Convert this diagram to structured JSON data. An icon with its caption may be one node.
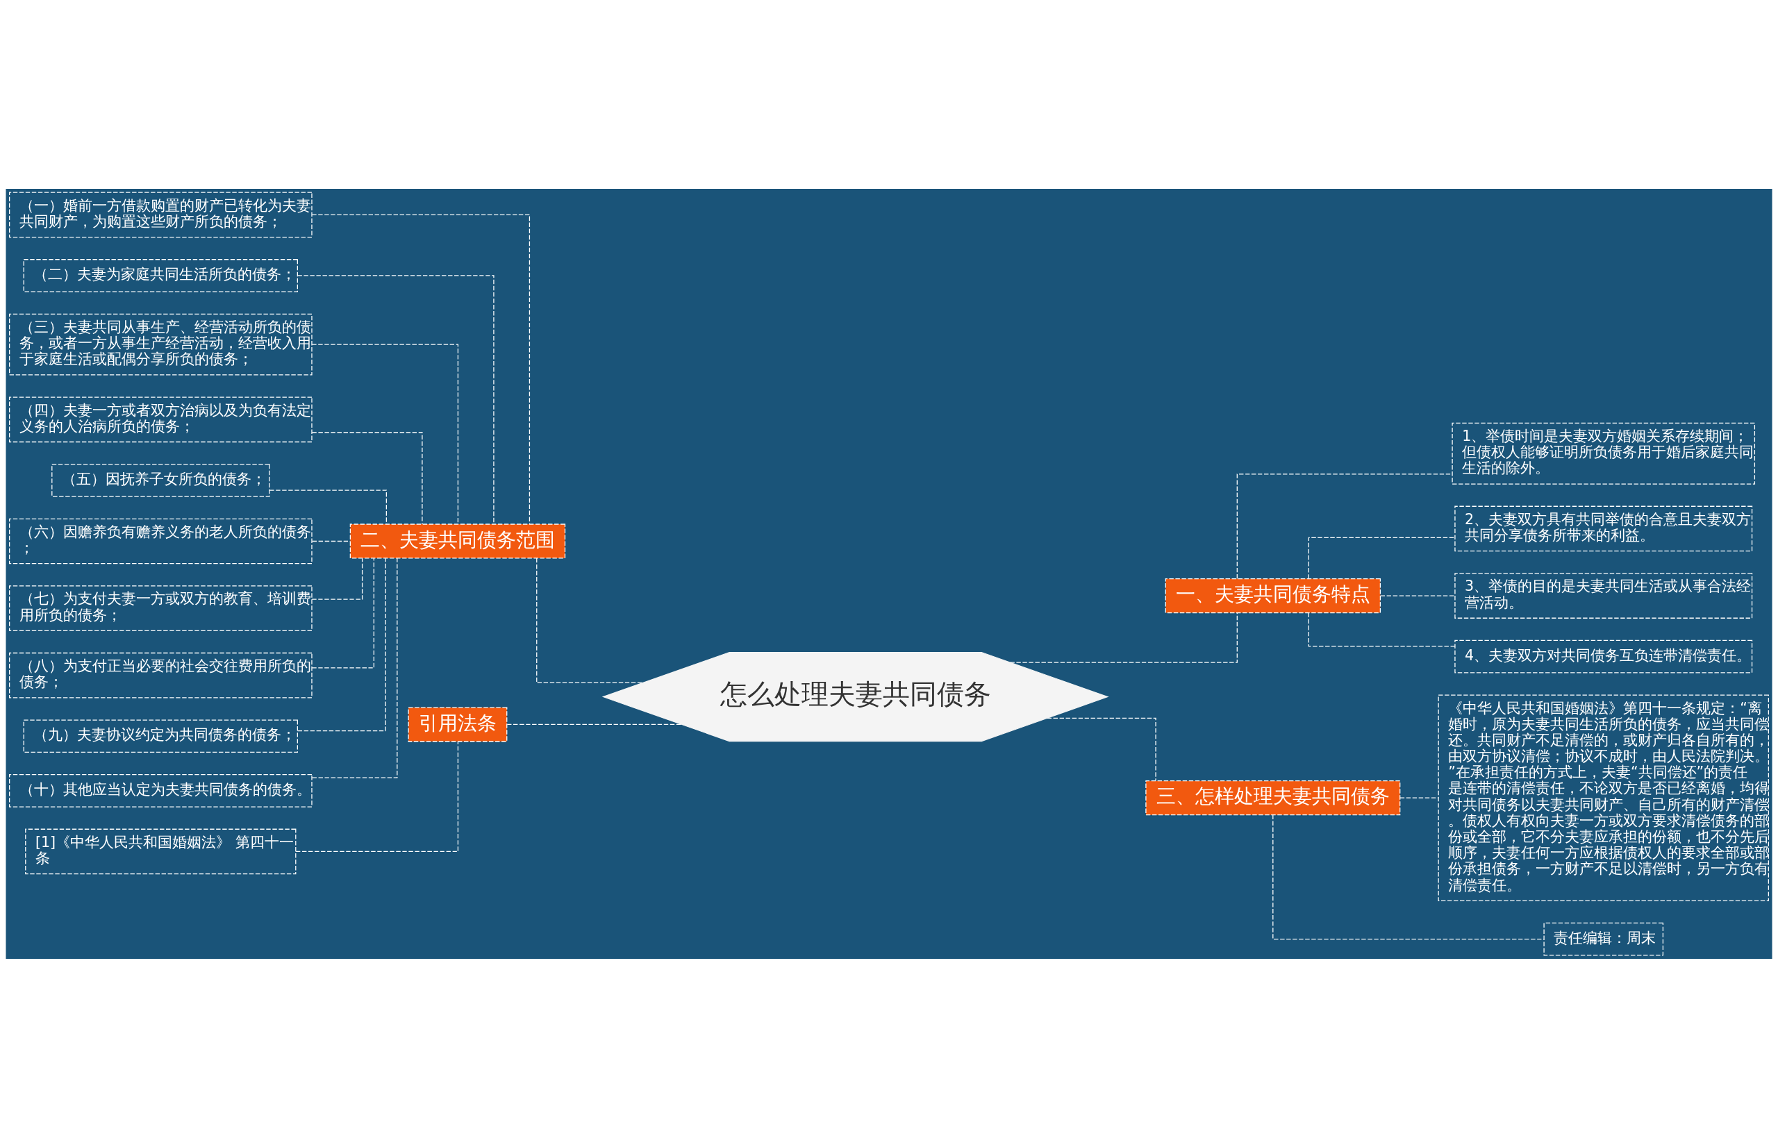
{
  "diagram": {
    "nodes": [
      {
        "text": [
          "怎么处理夫妻共同债务"
        ]
      },
      {
        "text": [
          "一、夫妻共同债务特点"
        ]
      },
      {
        "text": [
          "1、举债时间是夫妻双方婚姻关系存续期间；但债权人能够证明所负债务用于婚后家庭共同生活的除外。"
        ]
      },
      {
        "text": [
          "2、夫妻双方具有共同举债的合意且夫妻双方共同分享债务所带来的利益。"
        ]
      },
      {
        "text": [
          "3、举债的目的是夫妻共同生活或从事合法经营活动。"
        ]
      },
      {
        "text": [
          "4、夫妻双方对共同债务互负连带清偿责任。"
        ]
      },
      {
        "text": [
          "二、夫妻共同债务范围"
        ]
      },
      {
        "text": [
          "（一）婚前一方借款购置的财产已转化为夫妻共同财产，为购置这些财产所负的债务；"
        ]
      },
      {
        "text": [
          "（二）夫妻为家庭共同生活所负的债务；"
        ]
      },
      {
        "text": [
          "（三）夫妻共同从事生产、经营活动所负的债务，或者一方从事生产经营活动，经营收入用于家庭生活或配偶分享所负的债务；"
        ]
      },
      {
        "text": [
          "（四）夫妻一方或者双方治病以及为负有法定义务的人治病所负的债务；"
        ]
      },
      {
        "text": [
          "（五）因抚养子女所负的债务；"
        ]
      },
      {
        "text": [
          "（六）因赡养负有赡养义务的老人所负的债务；"
        ]
      },
      {
        "text": [
          "（七）为支付夫妻一方或双方的教育、培训费用所负的债务；"
        ]
      },
      {
        "text": [
          "（八）为支付正当必要的社会交往费用所负的债务；"
        ]
      },
      {
        "text": [
          "（九）夫妻协议约定为共同债务的债务；"
        ]
      },
      {
        "text": [
          "（十）其他应当认定为夫妻共同债务的债务。"
        ]
      },
      {
        "text": [
          "三、怎样处理夫妻共同债务"
        ]
      },
      {
        "text": [
          "《中华人民共和国婚姻法》第四十一条规定：“离婚时，原为夫妻共同生活所负的债务，应当共同偿还。共同财产不足清偿的，或财产归各自所有的，由双方协议清偿；协议不成时，由人民法院判决。”在承担责任的方式上，夫妻“共同偿还”的责任是连带的清偿责任，不论双方是否已经离婚，均得对共同债务以夫妻共同财产、自己所有的财产清偿。债权人有权向夫妻一方或双方要求清偿债务的部份或全部，它不分夫妻应承担的份额，也不分先后顺序，夫妻任何一方应根据债权人的要求全部或部份承担债务，一方财产不足以清偿时，另一方负有清偿责任。"
        ]
      },
      {
        "text": [
          "责任编辑：周末"
        ]
      },
      {
        "text": [
          "引用法条"
        ]
      },
      {
        "text": [
          "[1]《中华人民共和国婚姻法》 第四十一条"
        ]
      }
    ],
    "edges": [
      {
        "from": 0,
        "to": 1,
        "arrow": "none",
        "style": "dashed"
      },
      {
        "from": 1,
        "to": 2,
        "arrow": "none",
        "style": "dashed"
      },
      {
        "from": 1,
        "to": 3,
        "arrow": "none",
        "style": "dashed"
      },
      {
        "from": 1,
        "to": 4,
        "arrow": "none",
        "style": "dashed"
      },
      {
        "from": 1,
        "to": 5,
        "arrow": "none",
        "style": "dashed"
      },
      {
        "from": 0,
        "to": 6,
        "arrow": "none",
        "style": "dashed"
      },
      {
        "from": 6,
        "to": 7,
        "arrow": "none",
        "style": "dashed"
      },
      {
        "from": 6,
        "to": 8,
        "arrow": "none",
        "style": "dashed"
      },
      {
        "from": 6,
        "to": 9,
        "arrow": "none",
        "style": "dashed"
      },
      {
        "from": 6,
        "to": 10,
        "arrow": "none",
        "style": "dashed"
      },
      {
        "from": 6,
        "to": 11,
        "arrow": "none",
        "style": "dashed"
      },
      {
        "from": 6,
        "to": 12,
        "arrow": "none",
        "style": "dashed"
      },
      {
        "from": 6,
        "to": 13,
        "arrow": "none",
        "style": "dashed"
      },
      {
        "from": 6,
        "to": 14,
        "arrow": "none",
        "style": "dashed"
      },
      {
        "from": 6,
        "to": 15,
        "arrow": "none",
        "style": "dashed"
      },
      {
        "from": 6,
        "to": 16,
        "arrow": "none",
        "style": "dashed"
      },
      {
        "from": 0,
        "to": 17,
        "arrow": "none",
        "style": "dashed"
      },
      {
        "from": 17,
        "to": 18,
        "arrow": "none",
        "style": "dashed"
      },
      {
        "from": 17,
        "to": 19,
        "arrow": "none",
        "style": "dashed"
      },
      {
        "from": 0,
        "to": 20,
        "arrow": "none",
        "style": "dashed"
      },
      {
        "from": 20,
        "to": 21,
        "arrow": "none",
        "style": "dashed"
      }
    ]
  }
}
